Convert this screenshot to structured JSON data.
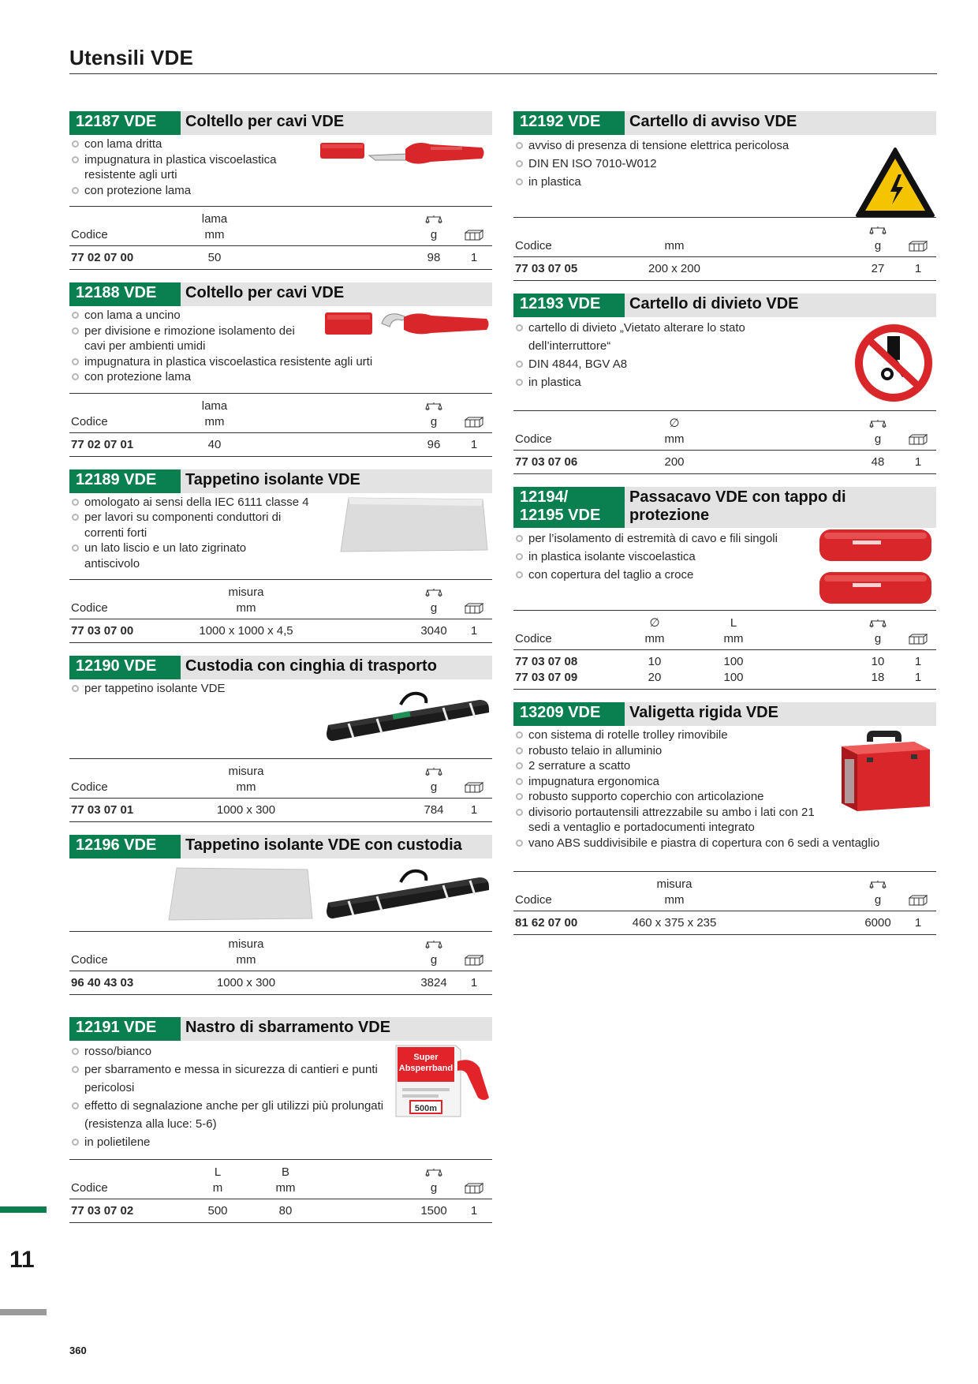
{
  "page": {
    "title": "Utensili VDE",
    "page_number": "360",
    "section_number": "11"
  },
  "icons": {
    "weight": "scale-icon",
    "qty": "packaging-unit-icon",
    "bullet": "circle-bullet-icon"
  },
  "colors": {
    "accent": "#0a7f4f",
    "header_bg": "#e3e3e3"
  },
  "products": {
    "p12187": {
      "code": "12187 VDE",
      "name": "Coltello per cavi VDE",
      "features": [
        "con lama dritta",
        "impugnatura in plastica viscoelastica resistente agli urti",
        "con protezione lama"
      ],
      "h_lama": "lama",
      "h_codice": "Codice",
      "u_mm": "mm",
      "u_g": "g",
      "row": {
        "code": "77 02 07 00",
        "lama": "50",
        "g": "98",
        "qty": "1"
      }
    },
    "p12188": {
      "code": "12188 VDE",
      "name": "Coltello per cavi VDE",
      "features": [
        "con lama a uncino",
        "per divisione e rimozione isolamento dei cavi per ambienti umidi",
        "impugnatura in plastica viscoelastica resistente agli urti",
        "con protezione lama"
      ],
      "h_lama": "lama",
      "h_codice": "Codice",
      "u_mm": "mm",
      "u_g": "g",
      "row": {
        "code": "77 02 07 01",
        "lama": "40",
        "g": "96",
        "qty": "1"
      }
    },
    "p12189": {
      "code": "12189 VDE",
      "name": "Tappetino isolante VDE",
      "features": [
        "omologato ai sensi della IEC 6111 classe 4",
        "per lavori su componenti conduttori di correnti forti",
        "un lato liscio e un lato zigrinato antiscivolo"
      ],
      "h_misura": "misura",
      "h_codice": "Codice",
      "u_mm": "mm",
      "u_g": "g",
      "row": {
        "code": "77 03 07 00",
        "misura": "1000 x 1000 x 4,5",
        "g": "3040",
        "qty": "1"
      }
    },
    "p12190": {
      "code": "12190 VDE",
      "name": "Custodia con cinghia di trasporto",
      "features": [
        "per tappetino isolante VDE"
      ],
      "h_misura": "misura",
      "h_codice": "Codice",
      "u_mm": "mm",
      "u_g": "g",
      "row": {
        "code": "77 03 07 01",
        "misura": "1000 x 300",
        "g": "784",
        "qty": "1"
      }
    },
    "p12196": {
      "code": "12196 VDE",
      "name": "Tappetino isolante VDE con custodia",
      "features": [],
      "h_misura": "misura",
      "h_codice": "Codice",
      "u_mm": "mm",
      "u_g": "g",
      "row": {
        "code": "96 40 43 03",
        "misura": "1000 x 300",
        "g": "3824",
        "qty": "1"
      }
    },
    "p12191": {
      "code": "12191 VDE",
      "name": "Nastro di sbarramento VDE",
      "features": [
        "rosso/bianco",
        "per sbarramento e messa in sicurezza di cantieri e punti pericolosi",
        "effetto di segnalazione anche per gli utilizzi più prolungati (resistenza alla luce: 5-6)",
        "in polietilene"
      ],
      "h_L": "L",
      "h_B": "B",
      "h_codice": "Codice",
      "u_m": "m",
      "u_mm": "mm",
      "u_g": "g",
      "row": {
        "code": "77 03 07 02",
        "L": "500",
        "B": "80",
        "g": "1500",
        "qty": "1"
      },
      "box_text": {
        "line1": "Super",
        "line2": "Absperrband",
        "length": "500m"
      }
    },
    "p12192": {
      "code": "12192 VDE",
      "name": "Cartello di avviso VDE",
      "features": [
        "avviso di presenza di tensione elettrica pericolosa",
        "DIN EN ISO 7010-W012",
        "in plastica"
      ],
      "h_codice": "Codice",
      "u_mm": "mm",
      "u_g": "g",
      "row": {
        "code": "77 03 07 05",
        "size": "200 x 200",
        "g": "27",
        "qty": "1"
      }
    },
    "p12193": {
      "code": "12193 VDE",
      "name": "Cartello di divieto VDE",
      "features": [
        "cartello di divieto „Vietato alterare lo stato dell’interruttore“",
        "DIN 4844, BGV A8",
        "in plastica"
      ],
      "h_diam": "∅",
      "h_codice": "Codice",
      "u_mm": "mm",
      "u_g": "g",
      "row": {
        "code": "77 03 07 06",
        "diam": "200",
        "g": "48",
        "qty": "1"
      }
    },
    "p12194": {
      "code_line1": "12194/",
      "code_line2": "12195 VDE",
      "name_line1": "Passacavo VDE con tappo di",
      "name_line2": "protezione",
      "features": [
        "per l’isolamento di estremità di cavo e fili singoli",
        "in plastica isolante viscoelastica",
        "con copertura del taglio a croce"
      ],
      "h_diam": "∅",
      "h_L": "L",
      "h_codice": "Codice",
      "u_mm": "mm",
      "u_g": "g",
      "rows": [
        {
          "code": "77 03 07 08",
          "diam": "10",
          "L": "100",
          "g": "10",
          "qty": "1"
        },
        {
          "code": "77 03 07 09",
          "diam": "20",
          "L": "100",
          "g": "18",
          "qty": "1"
        }
      ]
    },
    "p13209": {
      "code": "13209 VDE",
      "name": "Valigetta rigida VDE",
      "features": [
        "con sistema di rotelle trolley rimovibile",
        "robusto telaio in alluminio",
        "2 serrature a scatto",
        "impugnatura ergonomica",
        "robusto supporto coperchio con articolazione",
        "divisorio portautensili attrezzabile su ambo i lati con 21 sedi a ventaglio e portadocumenti integrato",
        "vano ABS suddivisibile e piastra di copertura con 6 sedi a ventaglio"
      ],
      "h_misura": "misura",
      "h_codice": "Codice",
      "u_mm": "mm",
      "u_g": "g",
      "row": {
        "code": "81 62 07 00",
        "misura": "460 x 375 x 235",
        "g": "6000",
        "qty": "1"
      }
    }
  }
}
